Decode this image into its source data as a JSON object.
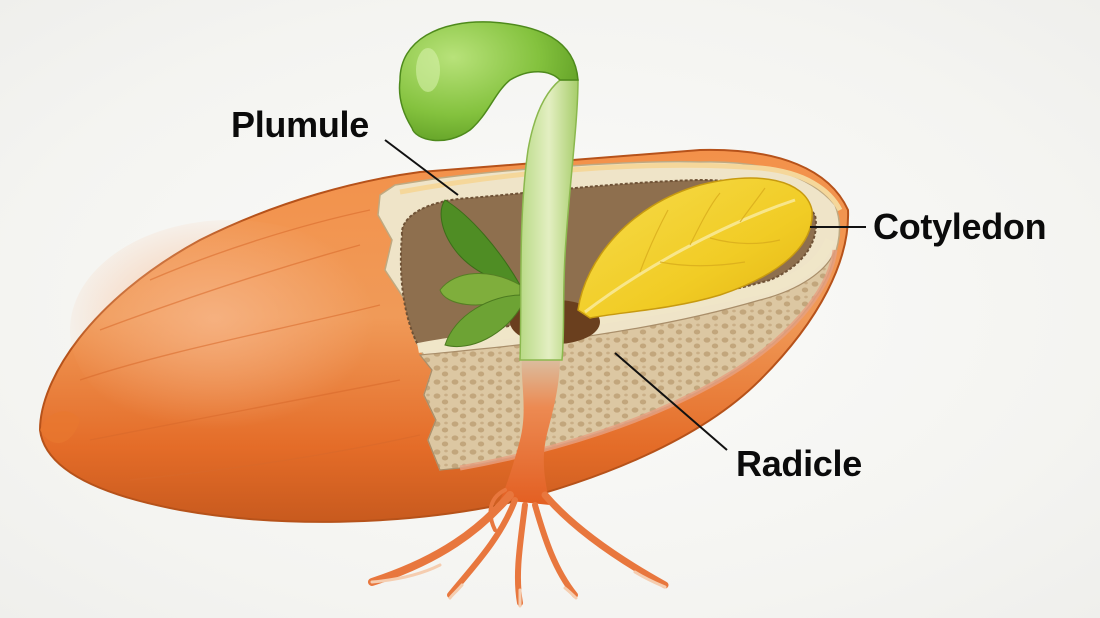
{
  "diagram": {
    "subject": "Germinating seed cross-section",
    "labels": [
      {
        "id": "plumule",
        "text": "Plumule"
      },
      {
        "id": "cotyledon",
        "text": "Cotyledon"
      },
      {
        "id": "radicle",
        "text": "Radicle"
      }
    ],
    "parts": {
      "seed_coat": "seed-coat",
      "endosperm": "endosperm",
      "hypocotyl_hook": "hypocotyl-hook",
      "plumule_leaves": "plumule-leaves",
      "cotyledon_leaf": "cotyledon-leaf",
      "radicle_roots": "radicle-roots"
    },
    "colors": {
      "seed_coat": "#e8722a",
      "seed_coat_dark": "#c4561a",
      "endosperm_light": "#efe6cc",
      "endosperm_spongy": "#cdb58f",
      "cavity": "#8a6a48",
      "shoot_green": "#86c43c",
      "leaf_green": "#5f9a2c",
      "cotyledon_yellow": "#f2cf2a",
      "root_orange": "#e86a2a",
      "label_text": "#0b0b0b",
      "leader_line": "#111111"
    }
  }
}
